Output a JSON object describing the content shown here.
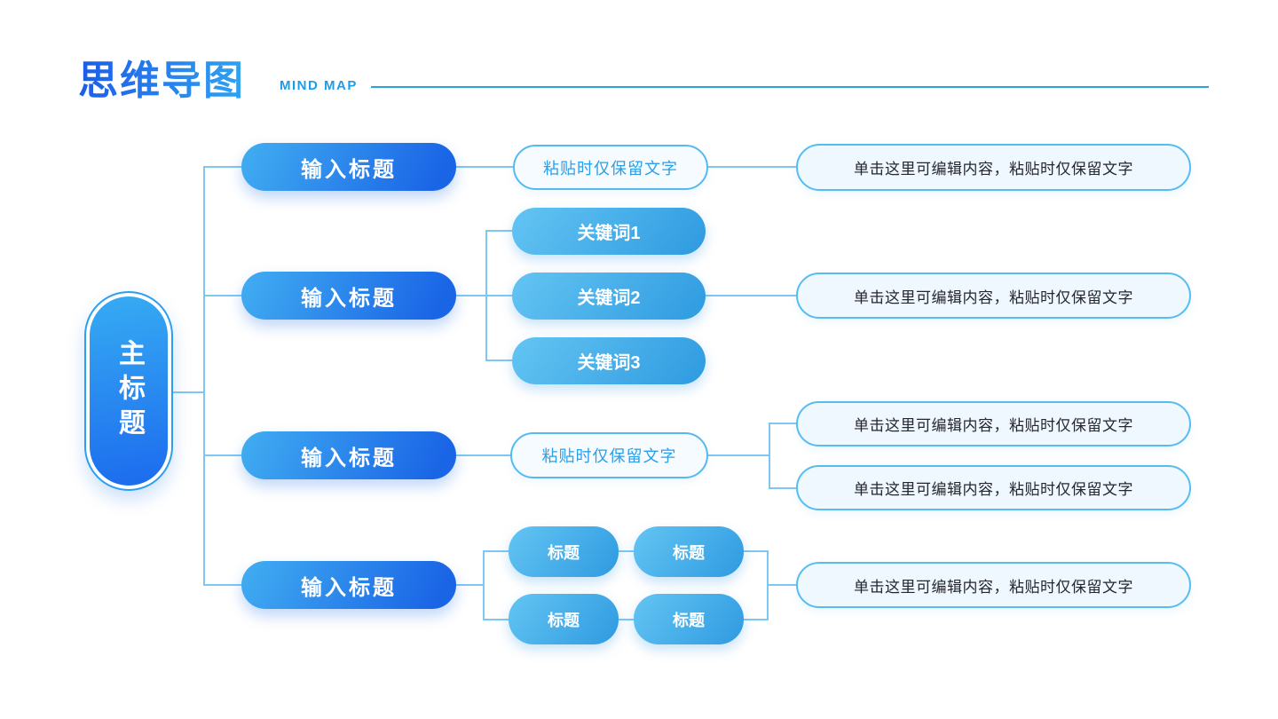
{
  "header": {
    "title": "思维导图",
    "subtitle": "MIND MAP"
  },
  "mindmap": {
    "root": {
      "label": "主标题"
    },
    "branches": [
      {
        "label": "输入标题",
        "keyword": "粘贴时仅保留文字",
        "content": "单击这里可编辑内容，粘贴时仅保留文字"
      },
      {
        "label": "输入标题",
        "keywords": [
          "关键词1",
          "关键词2",
          "关键词3"
        ],
        "content": "单击这里可编辑内容，粘贴时仅保留文字"
      },
      {
        "label": "输入标题",
        "keyword": "粘贴时仅保留文字",
        "contents": [
          "单击这里可编辑内容，粘贴时仅保留文字",
          "单击这里可编辑内容，粘贴时仅保留文字"
        ]
      },
      {
        "label": "输入标题",
        "sub_titles": [
          "标题",
          "标题",
          "标题",
          "标题"
        ],
        "content": "单击这里可编辑内容，粘贴时仅保留文字"
      }
    ]
  },
  "colors": {
    "title_gradient_start": "#1c5ce8",
    "title_gradient_end": "#2fa3f1",
    "subtitle_text": "#1e9be9",
    "header_rule": "#29a3e2",
    "button_gradient_start": "#41aef1",
    "button_gradient_end": "#1a65e6",
    "keyword_gradient_start": "#64c5f3",
    "keyword_gradient_end": "#2e9ae0",
    "connector_line": "#7dc7f3",
    "light_pill_bg": "#eef8fe",
    "light_pill_border": "#57bdf0",
    "outline_pill_text": "#2b9fe8",
    "content_text": "#26262e",
    "node_text": "#ffffff"
  }
}
